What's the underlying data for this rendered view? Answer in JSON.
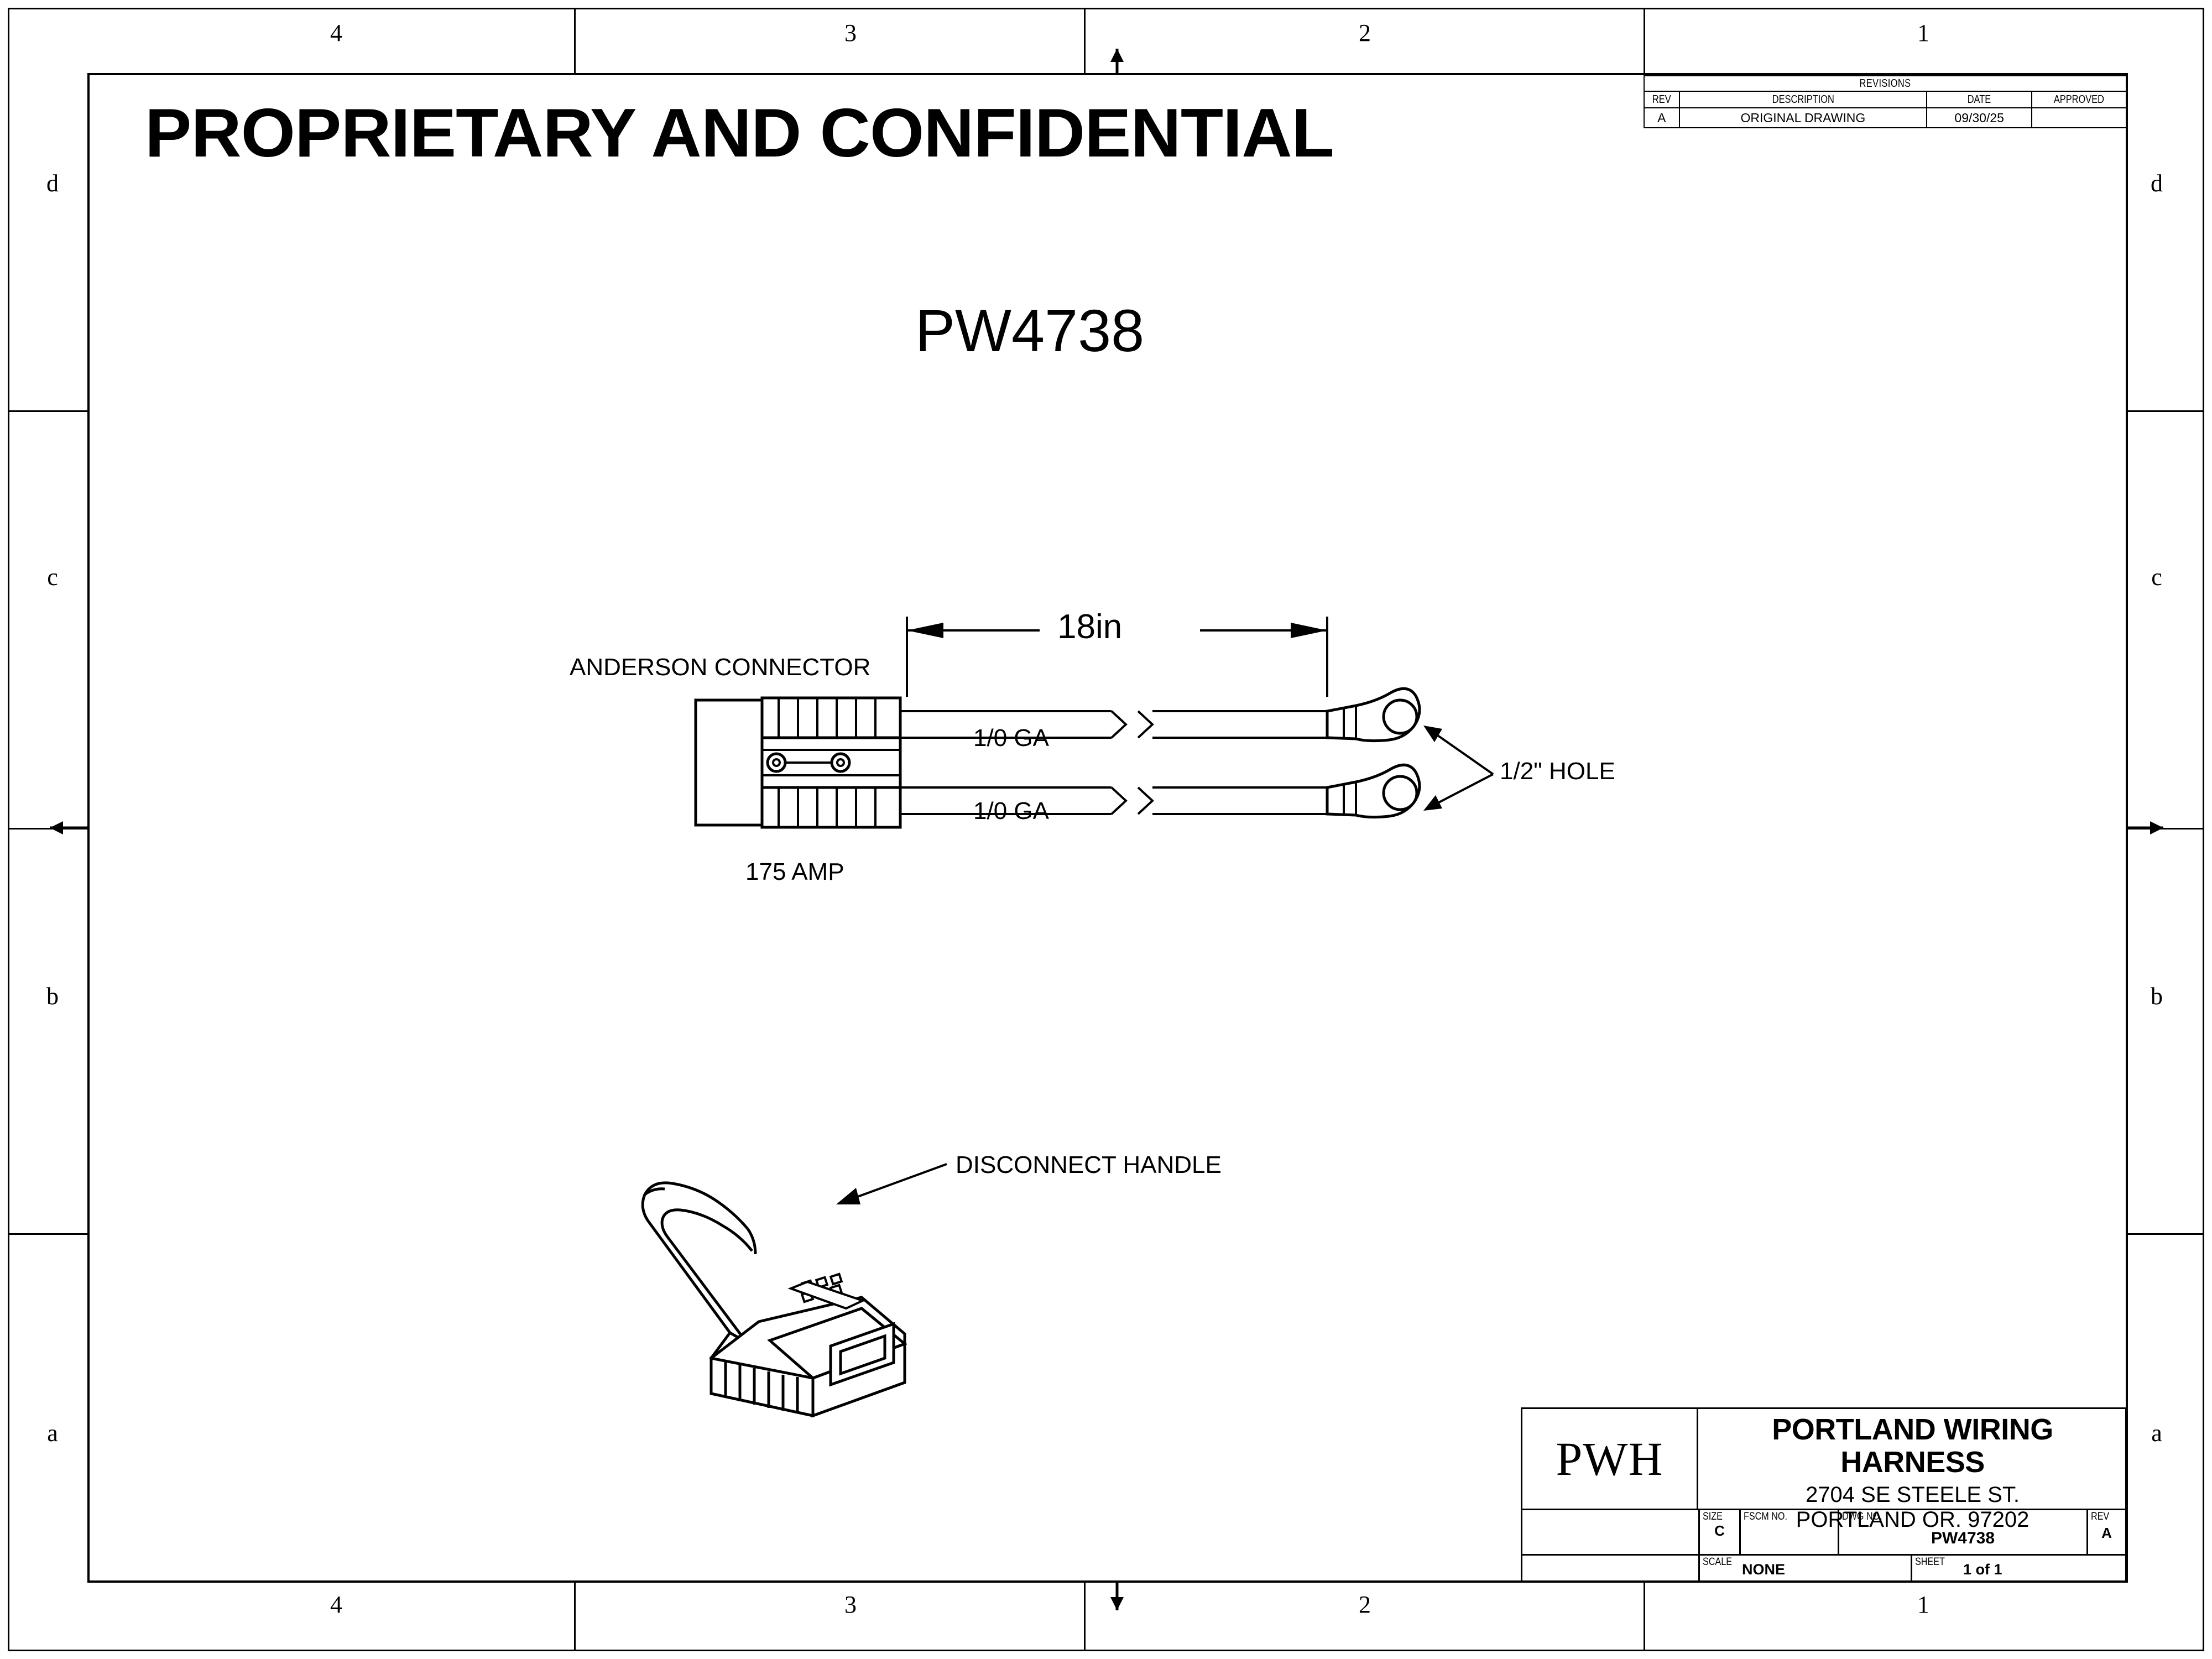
{
  "sheet": {
    "zones_top": [
      "4",
      "3",
      "2",
      "1"
    ],
    "zones_bottom": [
      "4",
      "3",
      "2",
      "1"
    ],
    "zones_left": [
      "d",
      "c",
      "b",
      "a"
    ],
    "zones_right": [
      "d",
      "c",
      "b",
      "a"
    ]
  },
  "header": {
    "proprietary_notice": "PROPRIETARY AND CONFIDENTIAL",
    "part_number": "PW4738"
  },
  "revisions": {
    "title": "REVISIONS",
    "columns": [
      "REV",
      "DESCRIPTION",
      "DATE",
      "APPROVED"
    ],
    "rows": [
      {
        "rev": "A",
        "description": "ORIGINAL DRAWING",
        "date": "09/30/25",
        "approved": ""
      }
    ]
  },
  "diagram": {
    "connector_label": "ANDERSON CONNECTOR",
    "amp_label": "175 AMP",
    "plus_sign": "+",
    "minus_sign": "-",
    "dimension_label": "18in",
    "wire_gauge_top": "1/0 GA",
    "wire_gauge_bottom": "1/0 GA",
    "hole_label": "1/2\" HOLE",
    "handle_label": "DISCONNECT HANDLE"
  },
  "title_block": {
    "logo_text": "PWH",
    "company_name": "PORTLAND WIRING HARNESS",
    "address_line1": "2704 SE STEELE ST.",
    "address_line2": "PORTLAND OR. 97202",
    "size_label": "SIZE",
    "size_value": "C",
    "fscm_label": "FSCM NO.",
    "fscm_value": "",
    "dwg_label": "DWG NO.",
    "dwg_value": "PW4738",
    "rev_label": "REV",
    "rev_value": "A",
    "scale_label": "SCALE",
    "scale_value": "NONE",
    "sheet_label": "SHEET",
    "sheet_value": "1 of 1"
  }
}
